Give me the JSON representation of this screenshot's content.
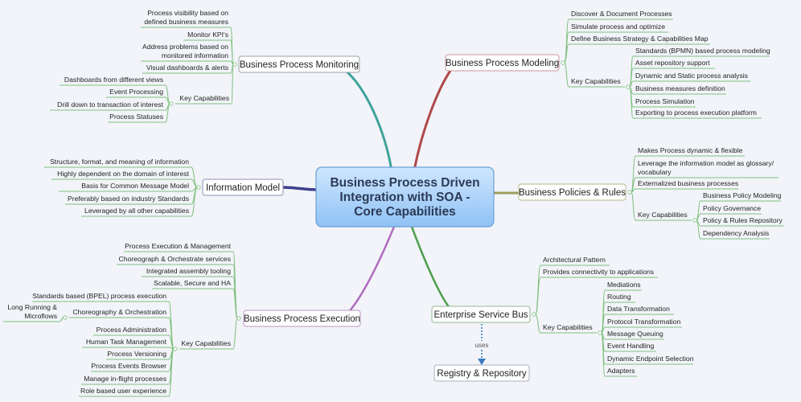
{
  "central": {
    "title_lines": [
      "Business Process Driven",
      "Integration with SOA -",
      "Core Capabilities"
    ]
  },
  "topics": {
    "monitoring": {
      "label": "Business Process Monitoring",
      "items": [
        "Process visibility based on defined business measures",
        "Monitor KPI's",
        "Address problems based on monitored information",
        "Visual dashboards & alerts"
      ],
      "item_lines": [
        [
          "Process visibility based on",
          "defined business measures"
        ],
        [
          "Monitor KPI's"
        ],
        [
          "Address problems based on",
          "monitored information"
        ],
        [
          "Visual dashboards & alerts"
        ]
      ],
      "key_label": "Key Capabilities",
      "key_items": [
        "Dashboards from different views",
        "Event Processing",
        "Drill down to transaction of interest",
        "Process Statuses"
      ]
    },
    "modeling": {
      "label": "Business Process Modeling",
      "items": [
        "Discover & Document Processes",
        "Simulate process and optimize",
        "Define Business Strategy & Capabilities Map"
      ],
      "key_label": "Key Capabilities",
      "key_items": [
        "Standards (BPMN) based process modeling",
        "Asset repository support",
        "Dynamic and Static process analysis",
        "Business measures definition",
        "Process Simulation",
        "Exporting to process execution platform"
      ]
    },
    "information": {
      "label": "Information Model",
      "items": [
        "Structure, format, and meaning of information",
        "Highly dependent on the domain of interest",
        "Basis for Common Message Model",
        "Preferably based on industry Standards",
        "Leveraged by all other capabilities"
      ]
    },
    "policies": {
      "label": "Business Policies & Rules",
      "items": [
        "Makes Process dynamic & flexible",
        "Leverage the information model as glossary/ vocabulary",
        "Externalized business processes"
      ],
      "item_lines": [
        [
          "Makes Process dynamic & flexible"
        ],
        [
          "Leverage the information model as glossary/",
          "vocabulary"
        ],
        [
          "Externalized business processes"
        ]
      ],
      "key_label": "Key Capabilities",
      "key_items": [
        "Business Policy Modeling",
        "Policy Governance",
        "Policy & Rules Repository",
        "Dependency Analysis"
      ]
    },
    "execution": {
      "label": "Business Process Execution",
      "items": [
        "Process Execution & Management",
        "Choreograph & Orchestrate services",
        "Integrated assembly tooling",
        "Scalable, Secure and HA"
      ],
      "key_label": "Key Capabilities",
      "key_items": [
        "Standards based (BPEL) process execution",
        "Choreography & Orchestration",
        "Process Administration",
        "Human Task Management",
        "Process Versioning",
        "Process Events Browser",
        "Manage in-flight processes",
        "Role based user experience"
      ],
      "sub_item": "Long Running & Microflows",
      "sub_item_lines": [
        "Long Running &",
        "Microflows"
      ]
    },
    "esb": {
      "label": "Enterprise Service Bus",
      "items": [
        "Architectural Pattern",
        "Provides connectivity to applications"
      ],
      "key_label": "Key Capabilities",
      "key_items": [
        "Mediations",
        "Routing",
        "Data Transformation",
        "Protocol Transformation",
        "Message Queuing",
        "Event Handling",
        "Dynamic Endpoint Selection",
        "Adapters"
      ]
    },
    "registry": {
      "label": "Registry & Repository",
      "relation": "uses"
    }
  },
  "colors": {
    "green_branch": "#7fbf7f",
    "monitoring_stem": "#3fa39a",
    "modeling_stem": "#b04848",
    "information_stem": "#3e3e8c",
    "policies_stem": "#9c9c5a",
    "execution_stem": "#b06cc0",
    "esb_stem": "#4e9f4e",
    "uses_arrow": "#3a7cc4"
  }
}
